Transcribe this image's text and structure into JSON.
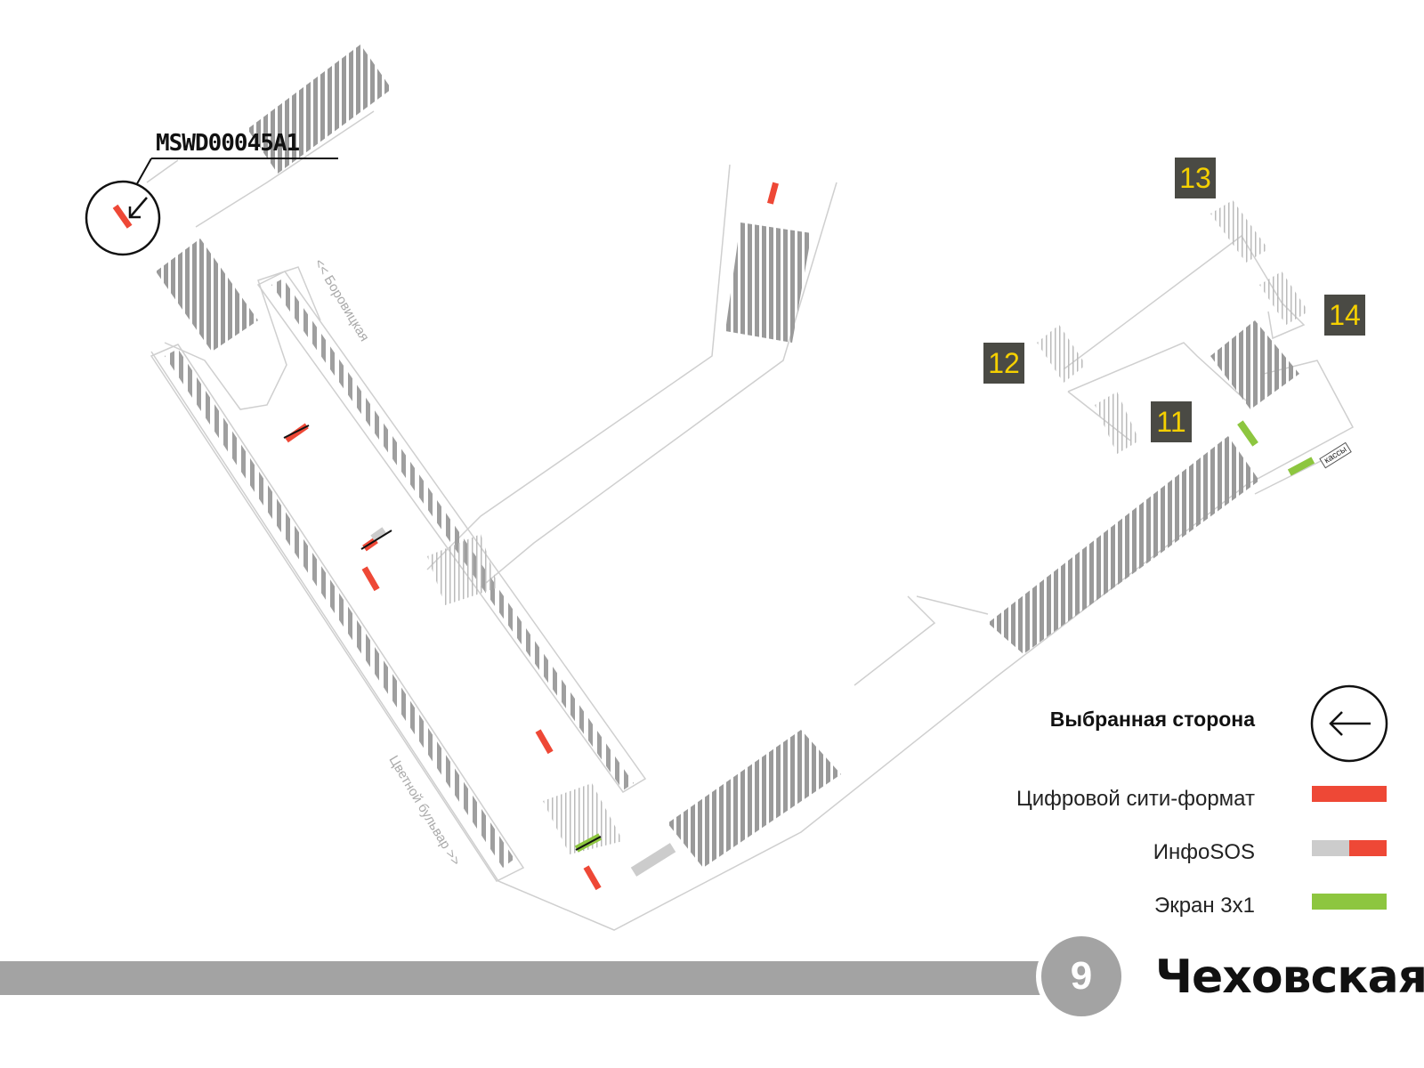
{
  "map": {
    "code": "MSWD00045A1",
    "station_name": "Чеховская",
    "line_number": "9",
    "line_color": "#a3a3a3",
    "streets": {
      "borovitskaya": "<< Боровицкая",
      "tsvetnoy": "Цветной бульвар >>"
    },
    "exits": [
      "13",
      "14",
      "12",
      "11"
    ],
    "kassy_label": "кассы",
    "colors": {
      "digital": "#ee4836",
      "infosos_grey": "#cccccc",
      "screen": "#8dc63f",
      "exit_bg": "#4a4a44",
      "exit_text": "#f5d000"
    }
  },
  "legend": {
    "selected_side": "Выбранная сторона",
    "digital_city": "Цифровой сити-формат",
    "infosos": "ИнфоSOS",
    "screen_3x1": "Экран 3x1"
  }
}
